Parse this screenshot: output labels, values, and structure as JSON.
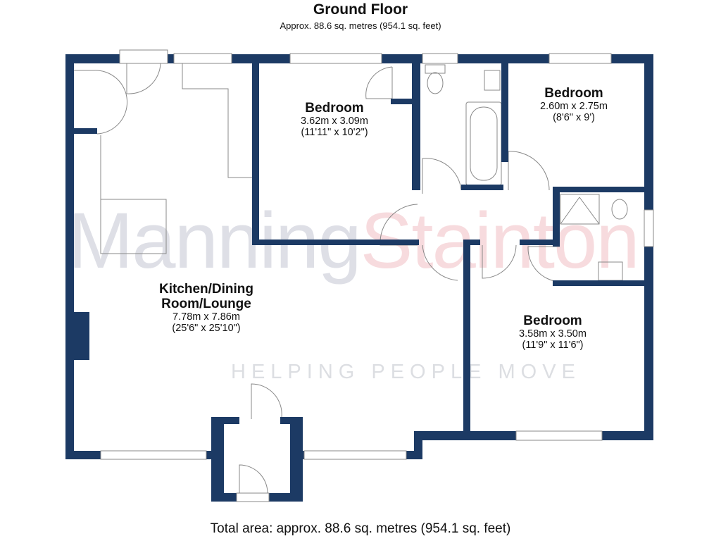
{
  "header": {
    "title": "Ground Floor",
    "subtitle": "Approx. 88.6 sq. metres (954.1 sq. feet)"
  },
  "footer": {
    "total": "Total area: approx. 88.6 sq. metres (954.1 sq. feet)"
  },
  "watermark": {
    "word1": "Manning",
    "word2": "Stainton",
    "tagline": "HELPING PEOPLE MOVE"
  },
  "colors": {
    "wall": "#1c3a64",
    "watermark_grey": "#d6d8e0",
    "watermark_pink": "#f6d3d6"
  },
  "rooms": [
    {
      "name": "Bedroom",
      "metric": "3.62m x 3.09m",
      "imperial": "(11'11\" x 10'2\")"
    },
    {
      "name": "Bedroom",
      "metric": "2.60m x 2.75m",
      "imperial": "(8'6\" x 9')"
    },
    {
      "name": "Kitchen/Dining Room/Lounge",
      "metric": "7.78m x 7.86m",
      "imperial": "(25'6\" x 25'10\")"
    },
    {
      "name": "Bedroom",
      "metric": "3.58m x 3.50m",
      "imperial": "(11'9\" x 11'6\")"
    }
  ]
}
